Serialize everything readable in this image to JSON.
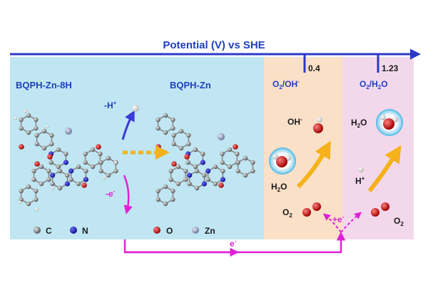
{
  "axis": {
    "title": "Potential (V) vs SHE",
    "tick1": "0.4",
    "tick2": "1.23"
  },
  "left": {
    "molecule1": "BQPH-Zn-8H",
    "molecule2": "BQPH-Zn",
    "minus_h": "-H",
    "minus_h_sup": "+",
    "minus_e": "-e",
    "minus_e_sup": "-"
  },
  "legend": {
    "c": "C",
    "n": "N",
    "o": "O",
    "zn": "Zn"
  },
  "middle": {
    "couple": "O",
    "couple_sub": "2",
    "couple_rest": "/OH",
    "couple_sup": "-",
    "oh": "OH",
    "oh_sup": "-",
    "h2o": "H",
    "h2o_sub": "2",
    "h2o_rest": "O",
    "o2": "O",
    "o2_sub": "2"
  },
  "right": {
    "couple": "O",
    "couple_sub": "2",
    "couple_rest": "/H",
    "couple_sub2": "2",
    "couple_rest2": "O",
    "h2o": "H",
    "h2o_sub": "2",
    "h2o_rest": "O",
    "h": "H",
    "h_sup": "+",
    "o2": "O",
    "o2_sub": "2",
    "plus_e": "+e",
    "plus_e_sup": "-"
  },
  "bottom": {
    "e": "e",
    "e_sup": "-"
  },
  "colors": {
    "left_bg": "#bfe6f2",
    "mid_bg": "#fbe0c8",
    "right_bg": "#f3d8ec",
    "axis": "#2b39c9",
    "electron": "#e020d8",
    "arrow_orange": "#f4b21b",
    "arrow_blue": "#3a3ad8"
  }
}
